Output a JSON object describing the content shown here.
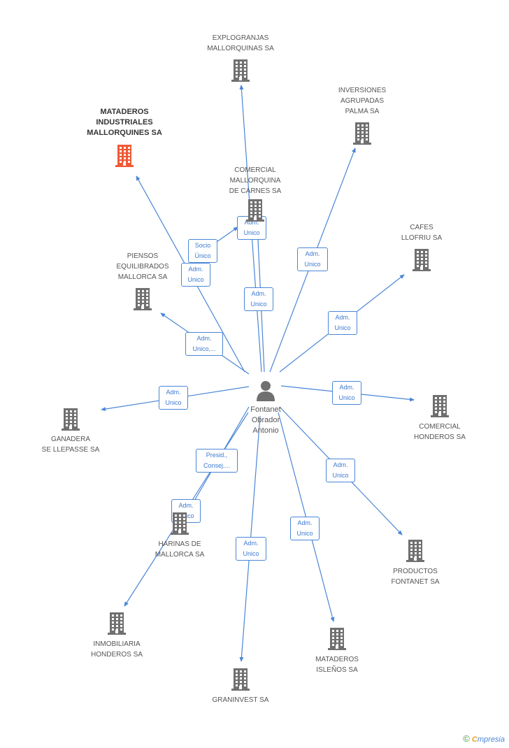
{
  "colors": {
    "edge": "#4a86d6",
    "building": "#707070",
    "building_main": "#f05a35"
  },
  "person": {
    "name": "Fontanet\nObrador\nAntonio",
    "icon": "person-icon"
  },
  "companies": [
    {
      "id": "explogranjas",
      "name": "EXPLOGRANJAS\nMALLORQUINAS SA",
      "icon": "building-icon"
    },
    {
      "id": "mataderos-industriales",
      "name": "MATADEROS\nINDUSTRIALES\nMALLORQUINES SA",
      "icon": "building-icon",
      "highlight": true
    },
    {
      "id": "inversiones",
      "name": "INVERSIONES\nAGRUPADAS\nPALMA SA",
      "icon": "building-icon"
    },
    {
      "id": "comercial-carnes",
      "name": "COMERCIAL\nMALLORQUINA\nDE CARNES SA",
      "icon": "building-icon"
    },
    {
      "id": "cafes",
      "name": "CAFES\nLLOFRIU SA",
      "icon": "building-icon"
    },
    {
      "id": "piensos",
      "name": "PIENSOS\nEQUILIBRADOS\nMALLORCA SA",
      "icon": "building-icon"
    },
    {
      "id": "ganadera",
      "name": "GANADERA\nSE LLEPASSE SA",
      "icon": "building-icon"
    },
    {
      "id": "comercial-honderos",
      "name": "COMERCIAL\nHONDEROS SA",
      "icon": "building-icon"
    },
    {
      "id": "harinas",
      "name": "HARINAS DE\nMALLORCA SA",
      "icon": "building-icon"
    },
    {
      "id": "productos",
      "name": "PRODUCTOS\nFONTANET SA",
      "icon": "building-icon"
    },
    {
      "id": "inmobiliaria",
      "name": "INMOBILIARIA\nHONDEROS SA",
      "icon": "building-icon"
    },
    {
      "id": "mataderos-islenos",
      "name": "MATADEROS\nISLEÑOS SA",
      "icon": "building-icon"
    },
    {
      "id": "graninvest",
      "name": "GRANINVEST SA",
      "icon": "building-icon"
    }
  ],
  "roles": [
    {
      "id": "r-explogranjas",
      "label": "Adm.\nUnico"
    },
    {
      "id": "r-comercial-carnes",
      "label": "Adm.\nUnico"
    },
    {
      "id": "r-socio",
      "label": "Socio\nÚnico"
    },
    {
      "id": "r-mataderos",
      "label": "Adm.\nUnico"
    },
    {
      "id": "r-inversiones",
      "label": "Adm.\nUnico"
    },
    {
      "id": "r-cafes",
      "label": "Adm.\nUnico"
    },
    {
      "id": "r-piensos",
      "label": "Adm.\nUnico,..."
    },
    {
      "id": "r-ganadera",
      "label": "Adm.\nUnico"
    },
    {
      "id": "r-comercial-honderos",
      "label": "Adm.\nUnico"
    },
    {
      "id": "r-harinas",
      "label": "Presid.,\nConsej...."
    },
    {
      "id": "r-productos",
      "label": "Adm.\nUnico"
    },
    {
      "id": "r-inmobiliaria",
      "label": "Adm.\nUnico"
    },
    {
      "id": "r-islenos",
      "label": "Adm.\nUnico"
    },
    {
      "id": "r-graninvest",
      "label": "Adm.\nUnico"
    }
  ],
  "brand": {
    "copyright": "©",
    "first": "C",
    "rest": "mpresia"
  }
}
